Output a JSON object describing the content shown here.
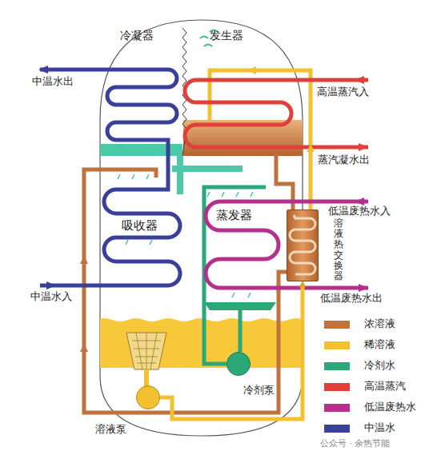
{
  "diagram": {
    "nodes": [
      {
        "text": [
          "溶液热交换器"
        ]
      },
      {
        "text": [
          "溶液泵"
        ]
      },
      {
        "text": [
          "冷剂泵"
        ]
      }
    ],
    "edges": [
      {
        "from": 1,
        "to": 0,
        "arrow": "to"
      }
    ],
    "labels": [
      "冷凝器",
      "发生器",
      "高温蒸汽入",
      "中温水出",
      "蒸汽凝水出",
      "低温废热水入",
      "吸收器",
      "蒸发器",
      "中温水入",
      "低温废热水出",
      "公众号 · 余热节能"
    ],
    "legend": [
      {
        "text": "浓溶液",
        "color": "#c0723c"
      },
      {
        "text": "稀溶液",
        "color": "#f3c12f"
      },
      {
        "text": "冷剂水",
        "color": "#2aa878"
      },
      {
        "text": "高温蒸汽",
        "color": "#e0403a"
      },
      {
        "text": "低温废热水",
        "color": "#b4308c"
      },
      {
        "text": "中温水",
        "color": "#3a3f9a"
      }
    ]
  }
}
